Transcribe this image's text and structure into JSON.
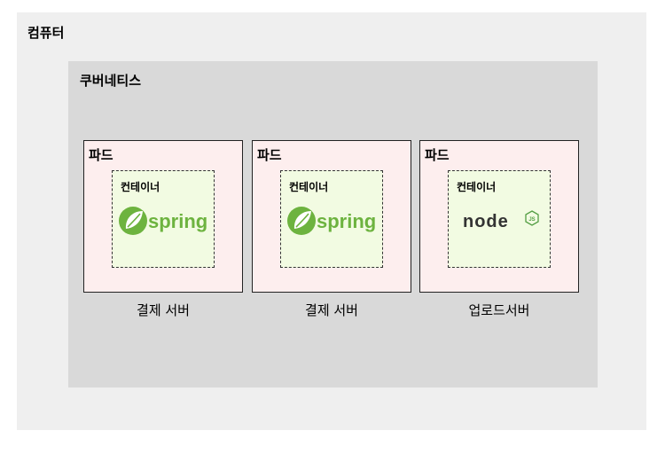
{
  "computer": {
    "label": "컴퓨터"
  },
  "kubernetes": {
    "label": "쿠버네티스"
  },
  "pods": [
    {
      "label": "파드",
      "container_label": "컨테이너",
      "logo": "spring",
      "logo_text": "spring",
      "caption": "결제 서버"
    },
    {
      "label": "파드",
      "container_label": "컨테이너",
      "logo": "spring",
      "logo_text": "spring",
      "caption": "결제 서버"
    },
    {
      "label": "파드",
      "container_label": "컨테이너",
      "logo": "node",
      "logo_text": "node",
      "logo_badge": "JS",
      "caption": "업로드서버"
    }
  ],
  "colors": {
    "spring_green": "#6db33f",
    "node_green": "#539e43",
    "node_dark": "#333333"
  }
}
